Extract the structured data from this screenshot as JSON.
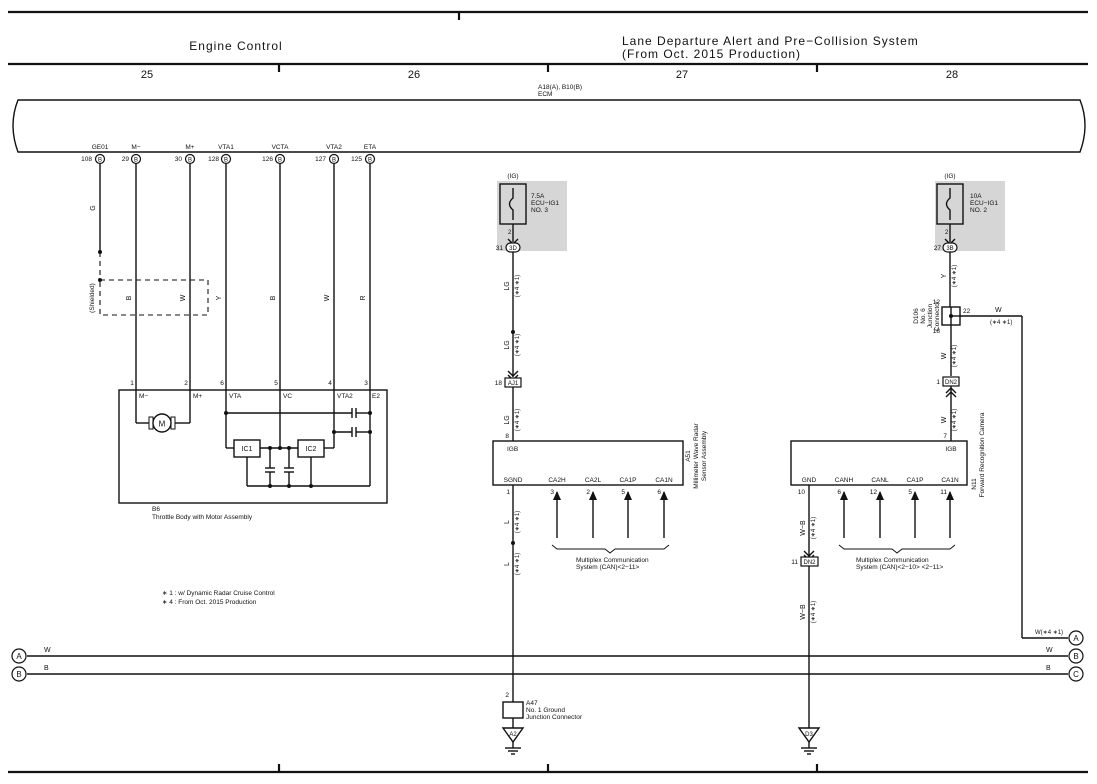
{
  "header": {
    "left_title": "Engine Control",
    "right_title_line1": "Lane Departure Alert and Pre−Collision System",
    "right_title_line2": "(From Oct.  2015 Production)",
    "columns": [
      "25",
      "26",
      "27",
      "28"
    ]
  },
  "ecm": {
    "ref": "A18(A), B10(B)",
    "name": "ECM",
    "pins": [
      {
        "name": "GE01",
        "num": "108",
        "conn": "B"
      },
      {
        "name": "M−",
        "num": "29",
        "conn": "B"
      },
      {
        "name": "M+",
        "num": "30",
        "conn": "B"
      },
      {
        "name": "VTA1",
        "num": "128",
        "conn": "B"
      },
      {
        "name": "VCTA",
        "num": "126",
        "conn": "B"
      },
      {
        "name": "VTA2",
        "num": "127",
        "conn": "B"
      },
      {
        "name": "ETA",
        "num": "125",
        "conn": "B"
      }
    ]
  },
  "throttle": {
    "wires": [
      "G",
      "B",
      "W",
      "Y",
      "B",
      "W",
      "R"
    ],
    "shielded": "(Shielded)",
    "pin_nums": [
      "1",
      "2",
      "6",
      "5",
      "4",
      "3"
    ],
    "pin_names": [
      "M−",
      "M+",
      "VTA",
      "VC",
      "VTA2",
      "E2"
    ],
    "motor": "M",
    "ic1": "IC1",
    "ic2": "IC2",
    "ref": "B6",
    "name": "Throttle Body with Motor Assembly"
  },
  "notes": [
    "∗ 1 : w/ Dynamic Radar Cruise Control",
    "∗ 4 : From Oct.  2015 Production"
  ],
  "radar": {
    "ig": "(IG)",
    "fuse_l1": "7.5A",
    "fuse_l2": "ECU−IG1",
    "fuse_l3": "NO. 3",
    "fuse_pin": "2",
    "conn_num": "31",
    "conn_id": "3D",
    "wire1": "LG",
    "wire1_tag": "(∗4 ∗1)",
    "wire2": "LG",
    "wire2_tag": "(∗4 ∗1)",
    "aj_num": "18",
    "aj_id": "AJ1",
    "wire3": "LG",
    "wire3_tag": "(∗4 ∗1)",
    "igb_num": "8",
    "igb": "IGB",
    "pin_names": [
      "SGND",
      "CA2H",
      "CA2L",
      "CA1P",
      "CA1N"
    ],
    "pin_nums": [
      "1",
      "3",
      "2",
      "5",
      "6"
    ],
    "ref": "A51",
    "name_line1": "Millimeter Wave Radar",
    "name_line2": "Sensor Assembly",
    "can_l1": "Multiplex Communication",
    "can_l2": "System (CAN)<2−11>",
    "wire4": "L",
    "wire4_tag": "(∗4 ∗1)",
    "wire5": "L",
    "wire5_tag": "(∗4 ∗1)",
    "gnd_pin": "2",
    "gnd_ref": "A47",
    "gnd_l1": "No. 1 Ground",
    "gnd_l2": "Junction Connector",
    "earth": "A2"
  },
  "camera": {
    "ig": "(IG)",
    "fuse_l1": "10A",
    "fuse_l2": "ECU−IG1",
    "fuse_l3": "NO. 2",
    "fuse_pin": "2",
    "conn_num": "27",
    "conn_id": "3B",
    "wire1": "Y",
    "wire1_tag": "(∗4 ∗1)",
    "jc_num_in": "12",
    "jc_num_out": "22",
    "jc_num_bot": "18",
    "jc_ref": "D106",
    "jc_l1": "No. 6",
    "jc_l2": "Junction",
    "jc_l3": "Connector",
    "wire_right": "W",
    "wire_right_tag": "(∗4 ∗1)",
    "wire2": "W",
    "wire2_tag": "(∗4 ∗1)",
    "dn_num": "1",
    "dn_id": "DN2",
    "wire3": "W",
    "wire3_tag": "(∗4 ∗1)",
    "igb_num": "7",
    "igb": "IGB",
    "pin_names": [
      "GND",
      "CANH",
      "CANL",
      "CA1P",
      "CA1N"
    ],
    "pin_nums": [
      "10",
      "6",
      "12",
      "5",
      "11"
    ],
    "ref": "N11",
    "name": "Forward Recognition Camera",
    "can_l1": "Multiplex Communication",
    "can_l2": "System (CAN)<2−10> <2−11>",
    "wire4": "W−B",
    "wire4_tag": "(∗4 ∗1)",
    "dn2_num": "11",
    "dn2_id": "DN2",
    "wire5": "W−B",
    "wire5_tag": "(∗4 ∗1)",
    "earth": "D3"
  },
  "bus": {
    "labels_left": [
      "A",
      "B"
    ],
    "labels_right": [
      "A",
      "B",
      "C"
    ],
    "wire_w": "W",
    "wire_b": "B",
    "tag_a": "W(∗4 ∗1)"
  }
}
